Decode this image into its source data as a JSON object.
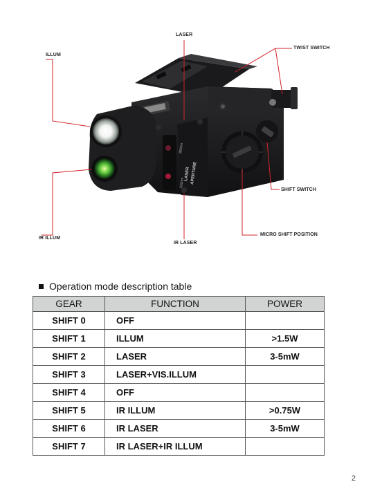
{
  "callouts": {
    "laser": "LASER",
    "twist_switch": "TWIST SWITCH",
    "illum": "ILLUM",
    "shift_switch": "SHIFT SWITCH",
    "ir_illum": "IR ILLUM",
    "micro_shift_position": "MICRO SHIFT POSITION",
    "ir_laser": "IR LASER"
  },
  "device_markings": {
    "aperture_line1": "LASER",
    "aperture_line2": "APERTURE",
    "nm_label": "850nm",
    "nm_label2": "532nm"
  },
  "section_title": "Operation mode description table",
  "table": {
    "headers": [
      "GEAR",
      "FUNCTION",
      "POWER"
    ],
    "rows": [
      {
        "gear": "SHIFT 0",
        "function": "OFF",
        "power": ""
      },
      {
        "gear": "SHIFT 1",
        "function": "ILLUM",
        "power": ">1.5W"
      },
      {
        "gear": "SHIFT 2",
        "function": "LASER",
        "power": "3-5mW"
      },
      {
        "gear": "SHIFT 3",
        "function": "LASER+VIS.ILLUM",
        "power": ""
      },
      {
        "gear": "SHIFT 4",
        "function": "OFF",
        "power": ""
      },
      {
        "gear": "SHIFT 5",
        "function": "IR ILLUM",
        "power": ">0.75W"
      },
      {
        "gear": "SHIFT 6",
        "function": "IR LASER",
        "power": "3-5mW"
      },
      {
        "gear": "SHIFT 7",
        "function": "IR LASER+IR ILLUM",
        "power": ""
      }
    ]
  },
  "page_number": "2",
  "colors": {
    "leader_line": "#d2232a",
    "header_fill": "#d2d3d3",
    "device_body": "#1c1c1e"
  }
}
